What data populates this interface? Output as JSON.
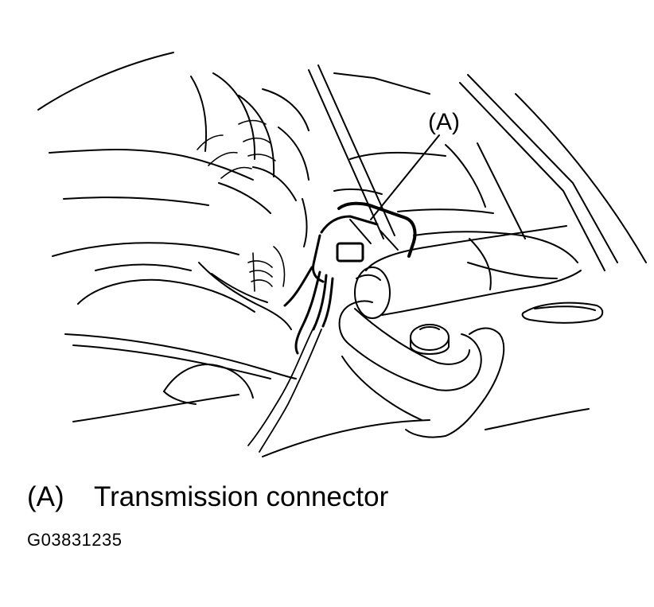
{
  "diagram": {
    "callout_label": "(A)",
    "legend": [
      {
        "key": "(A)",
        "text": "Transmission connector"
      }
    ],
    "figure_id": "G03831235",
    "colors": {
      "line": "#000000",
      "background": "#ffffff"
    }
  }
}
